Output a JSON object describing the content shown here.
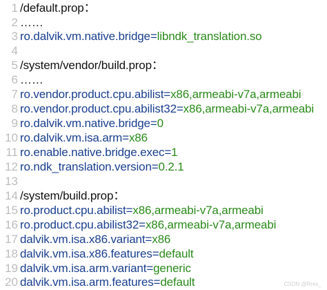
{
  "lines": [
    {
      "num": "1",
      "text": "/default.prop："
    },
    {
      "num": "2",
      "text": "……"
    },
    {
      "num": "3",
      "key": "ro.dalvik.vm.native.bridge",
      "eq": "=",
      "value": "libndk_translation.so"
    },
    {
      "num": "4",
      "text": ""
    },
    {
      "num": "5",
      "text": "/system/vendor/build.prop："
    },
    {
      "num": "6",
      "text": "……"
    },
    {
      "num": "7",
      "key": "ro.vendor.product.cpu.abilist",
      "eq": "=",
      "value": "x86,armeabi-v7a,armeabi"
    },
    {
      "num": "8",
      "key": "ro.vendor.product.cpu.abilist32",
      "eq": "=",
      "value": "x86,armeabi-v7a,armeabi"
    },
    {
      "num": "9",
      "key": "ro.dalvik.vm.native.bridge",
      "eq": "=",
      "value": "0"
    },
    {
      "num": "10",
      "key": "ro.dalvik.vm.isa.arm",
      "eq": "=",
      "value": "x86"
    },
    {
      "num": "11",
      "key": "ro.enable.native.bridge.exec",
      "eq": "=",
      "value": "1"
    },
    {
      "num": "12",
      "key": "ro.ndk_translation.version",
      "eq": "=",
      "value": "0.2.1"
    },
    {
      "num": "13",
      "text": ""
    },
    {
      "num": "14",
      "text": "/system/build.prop："
    },
    {
      "num": "15",
      "key": "ro.product.cpu.abilist",
      "eq": "=",
      "value": "x86,armeabi-v7a,armeabi"
    },
    {
      "num": "16",
      "key": "ro.product.cpu.abilist32",
      "eq": "=",
      "value": "x86,armeabi-v7a,armeabi"
    },
    {
      "num": "17",
      "key": "dalvik.vm.isa.x86.variant",
      "eq": "=",
      "value": "x86"
    },
    {
      "num": "18",
      "key": "dalvik.vm.isa.x86.features",
      "eq": "=",
      "value": "default"
    },
    {
      "num": "19",
      "key": "dalvik.vm.isa.arm.variant",
      "eq": "=",
      "value": "generic"
    },
    {
      "num": "20",
      "key": "dalvik.vm.isa.arm.features",
      "eq": "=",
      "value": "default"
    }
  ],
  "watermark": "CSDN @Rrex_",
  "colors": {
    "key": "#1a3f8f",
    "value": "#2a8a1a",
    "plain": "#111111",
    "line_number": "#bcbcbc"
  }
}
